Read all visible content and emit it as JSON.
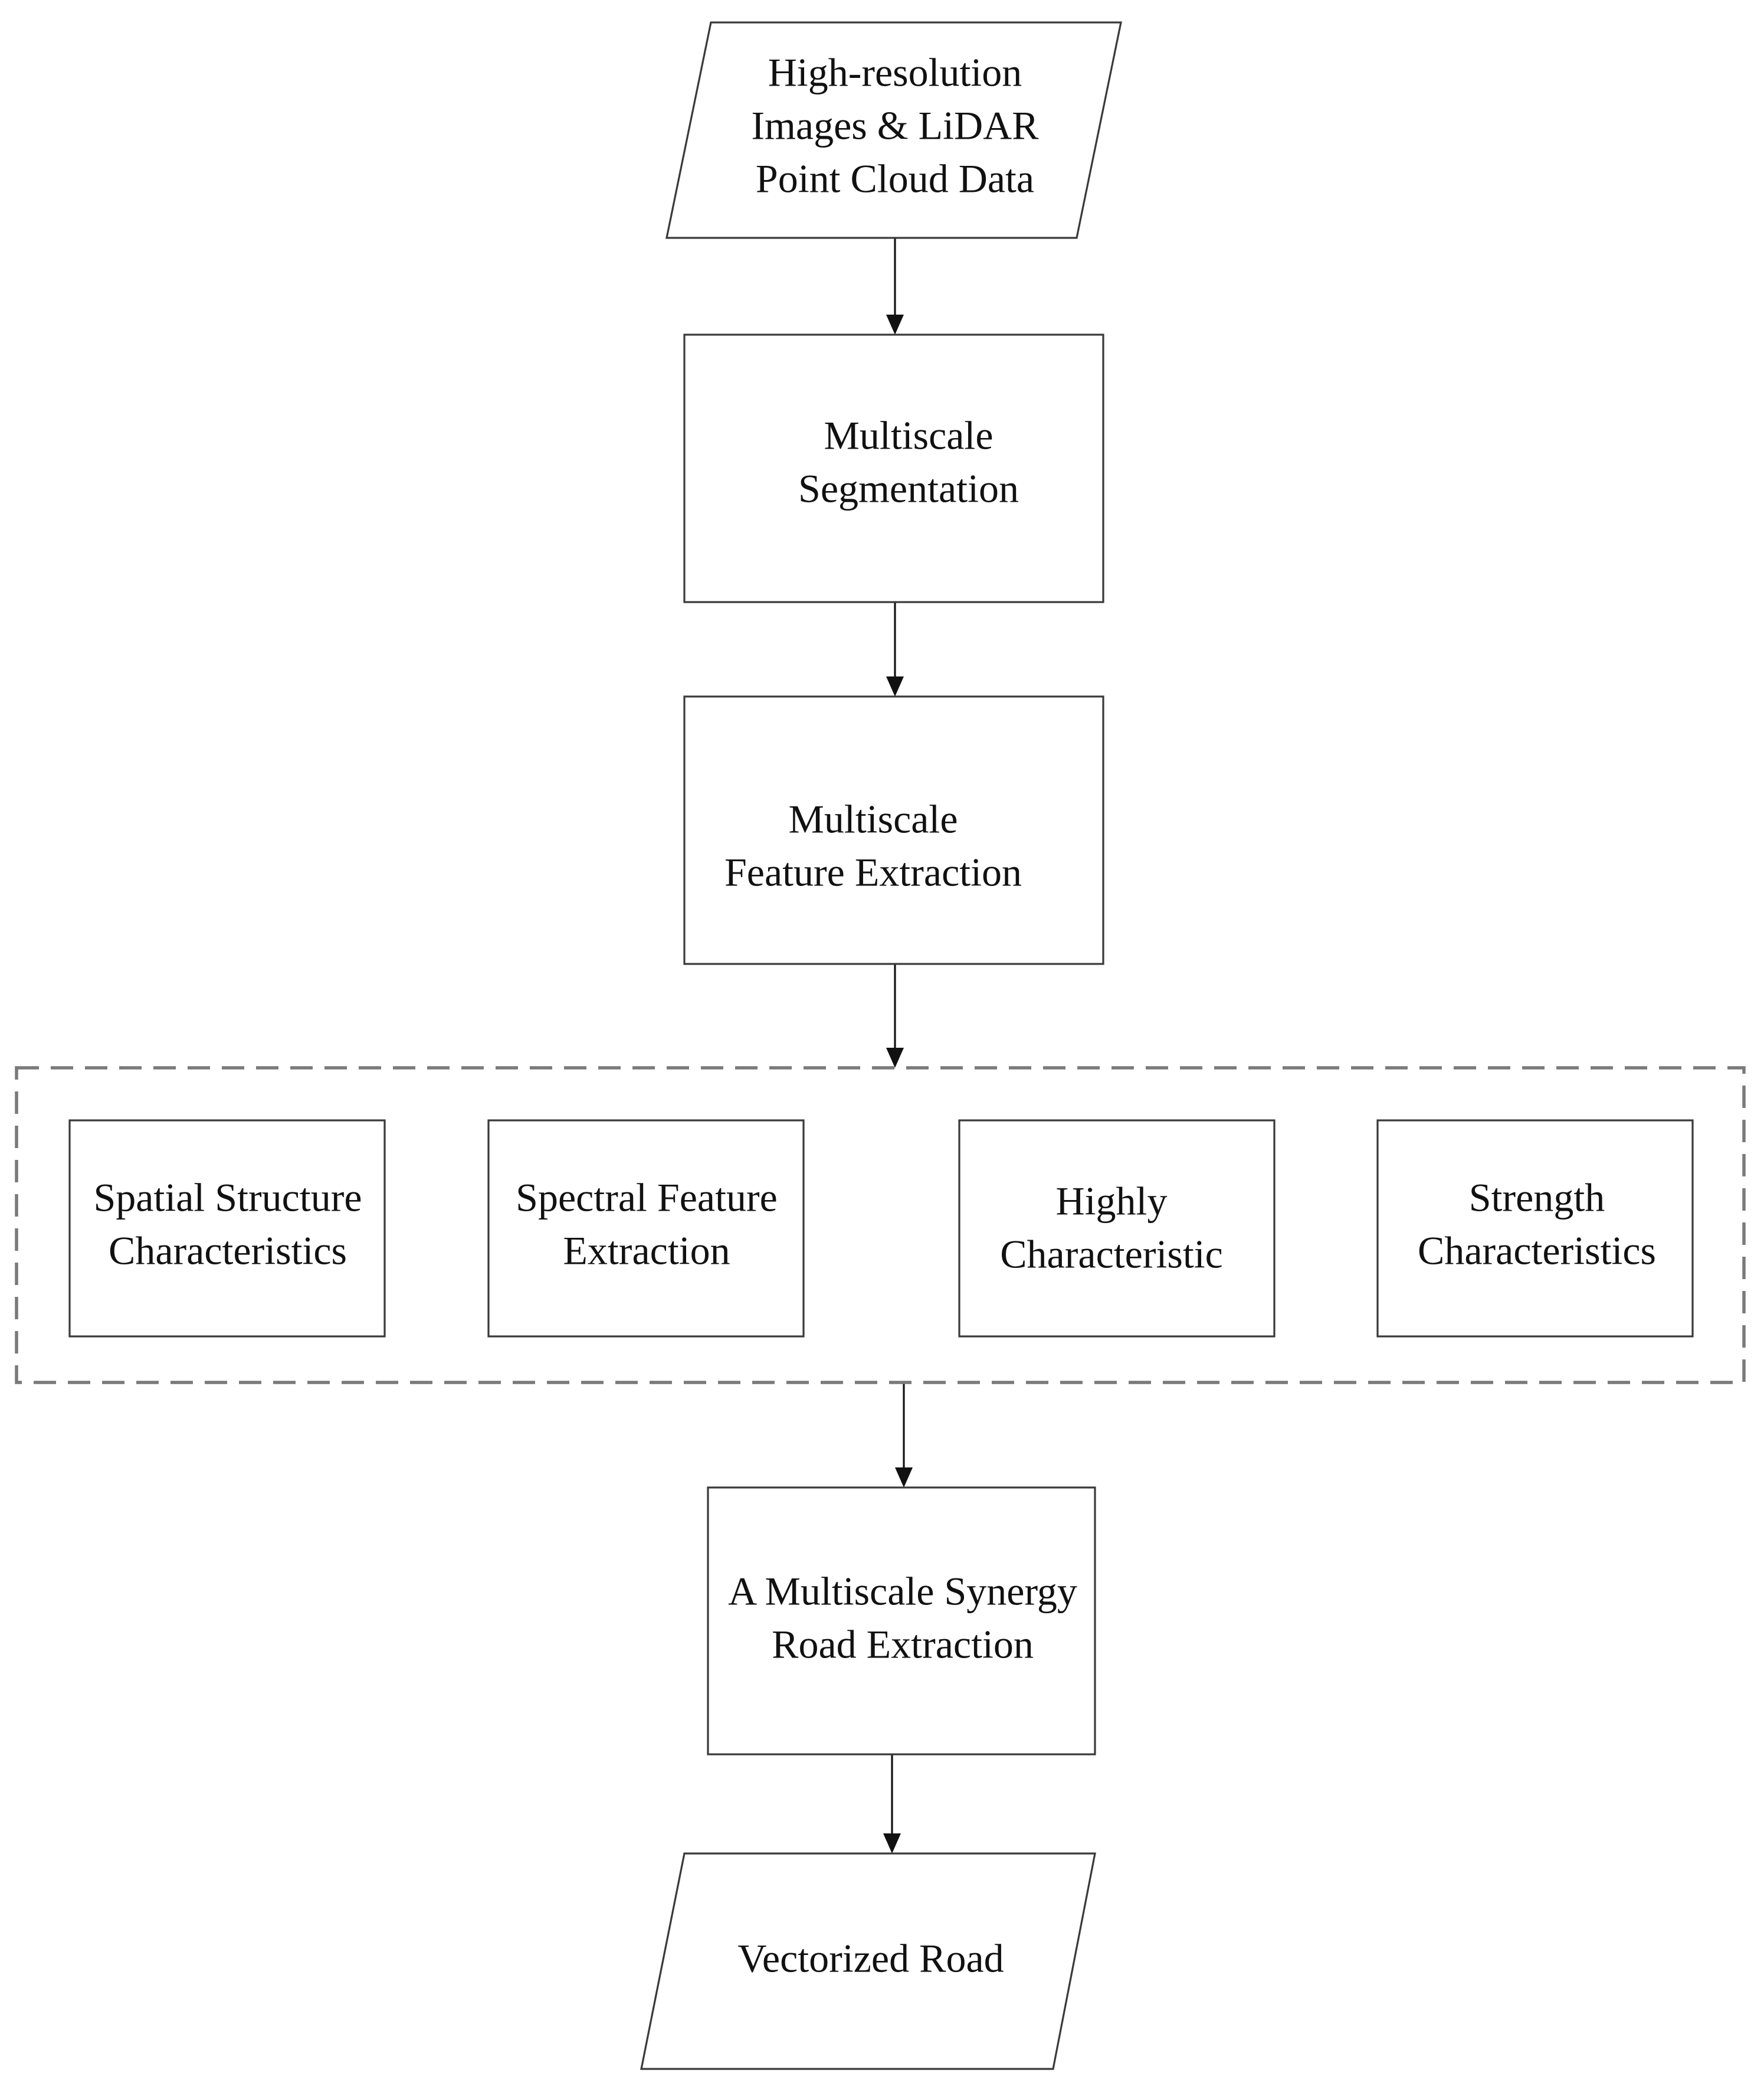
{
  "nodes": [
    {
      "id": "input",
      "shape": "parallelogram",
      "lines": [
        "High-resolution",
        "Images & LiDAR",
        "Point Cloud Data"
      ]
    },
    {
      "id": "segmentation",
      "shape": "rect",
      "lines": [
        "Multiscale",
        "Segmentation"
      ]
    },
    {
      "id": "feature-extraction",
      "shape": "rect",
      "lines": [
        "Multiscale",
        "Feature Extraction"
      ]
    },
    {
      "id": "spatial-structure",
      "shape": "rect",
      "lines": [
        "Spatial Structure",
        "Characteristics"
      ]
    },
    {
      "id": "spectral-feature",
      "shape": "rect",
      "lines": [
        "Spectral Feature",
        "Extraction"
      ]
    },
    {
      "id": "highly-characteristic",
      "shape": "rect",
      "lines": [
        "Highly",
        "Characteristic"
      ]
    },
    {
      "id": "strength",
      "shape": "rect",
      "lines": [
        "Strength",
        "Characteristics"
      ]
    },
    {
      "id": "synergy-road-extraction",
      "shape": "rect",
      "lines": [
        "A Multiscale Synergy",
        "Road Extraction"
      ]
    },
    {
      "id": "vectorized-road",
      "shape": "parallelogram",
      "lines": [
        "Vectorized Road"
      ]
    }
  ],
  "groups": [
    {
      "id": "feature-group",
      "style": "dashed",
      "members": [
        "spatial-structure",
        "spectral-feature",
        "highly-characteristic",
        "strength"
      ]
    }
  ],
  "edges": [
    {
      "from": "input",
      "to": "segmentation"
    },
    {
      "from": "segmentation",
      "to": "feature-extraction"
    },
    {
      "from": "feature-extraction",
      "to": "feature-group"
    },
    {
      "from": "feature-group",
      "to": "synergy-road-extraction"
    },
    {
      "from": "synergy-road-extraction",
      "to": "vectorized-road"
    }
  ]
}
